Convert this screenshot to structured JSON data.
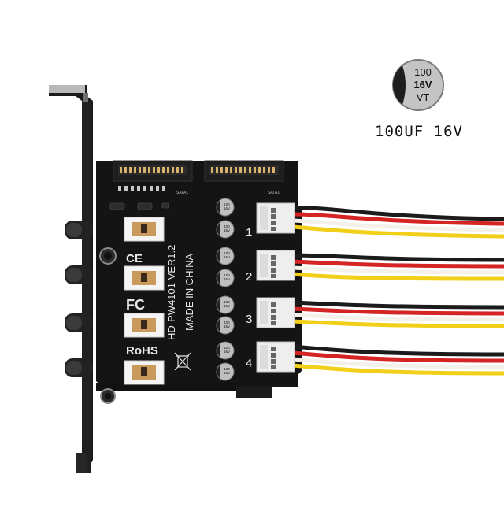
{
  "product": {
    "caption": "100UF 16V",
    "cap_text": {
      "line1": "100",
      "line2": "16V",
      "line3": "VT"
    },
    "board": {
      "model_text": "HD-PW4101 VER1.2",
      "origin_text": "MADE IN CHINA",
      "fc_mark": "FC",
      "rohs_mark": "RoHS",
      "sata_labels": [
        "SATA1",
        "SATA1"
      ],
      "port_numbers": [
        "1",
        "2",
        "3",
        "4"
      ]
    },
    "colors": {
      "pcb": "#141414",
      "bracket": "#1a1a1a",
      "wire_black": "#1b1b1b",
      "wire_red": "#d42424",
      "wire_white": "#f4f1ea",
      "wire_yellow": "#f2d01a",
      "connector": "#eeeeee",
      "switch_pad": "#c99a5b"
    }
  }
}
